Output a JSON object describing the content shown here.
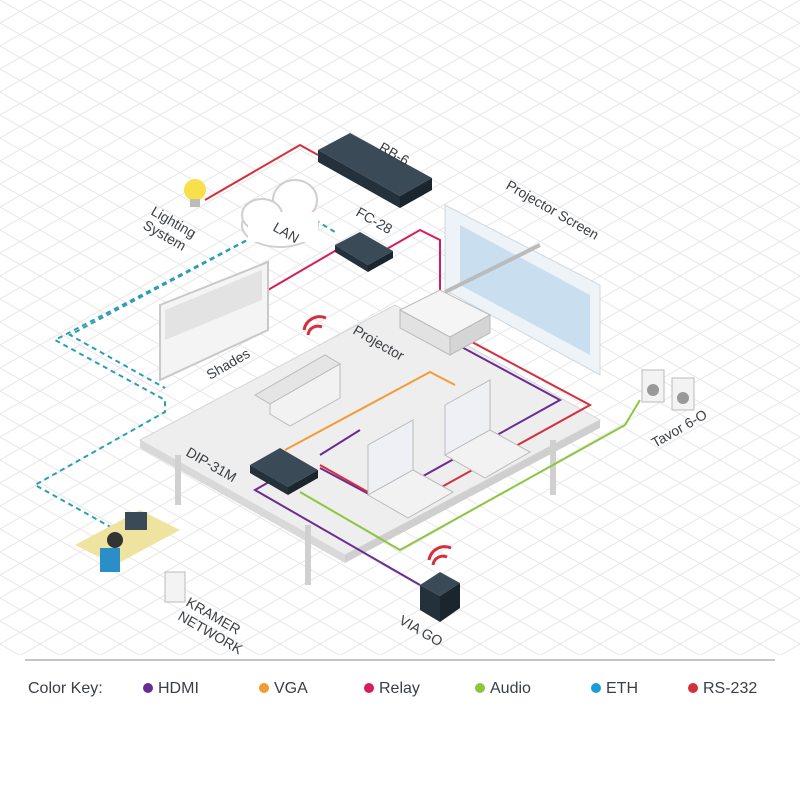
{
  "devices": {
    "rb6": "RB-6",
    "fc28": "FC-28",
    "lan": "LAN",
    "lighting": "Lighting\nSystem",
    "projector_screen": "Projector Screen",
    "projector": "Projector",
    "shades": "Shades",
    "tavor": "Tavor 6-O",
    "dip31m": "DIP-31M",
    "kramer_network": "KRAMER\nNETWORK",
    "via_go": "VIA GO"
  },
  "legend": {
    "title": "Color Key:",
    "items": [
      {
        "label": "HDMI",
        "color": "#6a2c91"
      },
      {
        "label": "VGA",
        "color": "#f39c33"
      },
      {
        "label": "Relay",
        "color": "#d81b60"
      },
      {
        "label": "Audio",
        "color": "#8cc63f"
      },
      {
        "label": "ETH",
        "color": "#1e9bd7"
      },
      {
        "label": "RS-232",
        "color": "#d62f3c"
      }
    ]
  },
  "colors": {
    "hdmi": "#6a2c91",
    "vga": "#f39c33",
    "relay": "#d81b60",
    "audio": "#8cc63f",
    "eth": "#2a9fb4",
    "rs232": "#d62f3c",
    "grid": "#e6e6e6",
    "device": "#2e3b47"
  }
}
